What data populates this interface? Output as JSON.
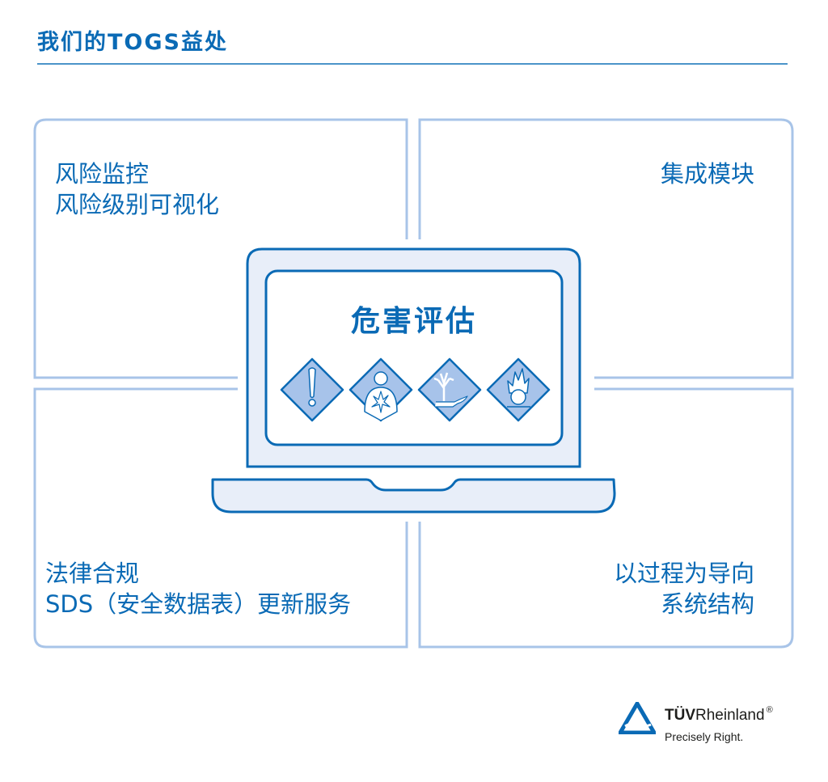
{
  "header": {
    "title": "我们的TOGS益处"
  },
  "panels": {
    "top_left": {
      "lines": [
        "风险监控",
        "风险级别可视化"
      ]
    },
    "top_right": {
      "lines": [
        "集成模块"
      ]
    },
    "bottom_left": {
      "lines": [
        "法律合规",
        "SDS（安全数据表）更新服务"
      ]
    },
    "bottom_right": {
      "lines": [
        "以过程为导向",
        "系统结构"
      ]
    }
  },
  "laptop": {
    "screen_title": "危害评估",
    "hazard_icons": [
      {
        "name": "exclamation-mark-icon"
      },
      {
        "name": "health-hazard-icon"
      },
      {
        "name": "environment-hazard-icon"
      },
      {
        "name": "oxidizer-flame-icon"
      }
    ]
  },
  "logo": {
    "brand_bold": "TÜV",
    "brand_regular": "Rheinland",
    "registered": "®",
    "tagline": "Precisely Right."
  },
  "colors": {
    "primary_blue": "#0a6ab5",
    "panel_border": "#a8c4e8",
    "laptop_fill": "#e8eef9",
    "icon_fill": "#a7c3ea"
  }
}
